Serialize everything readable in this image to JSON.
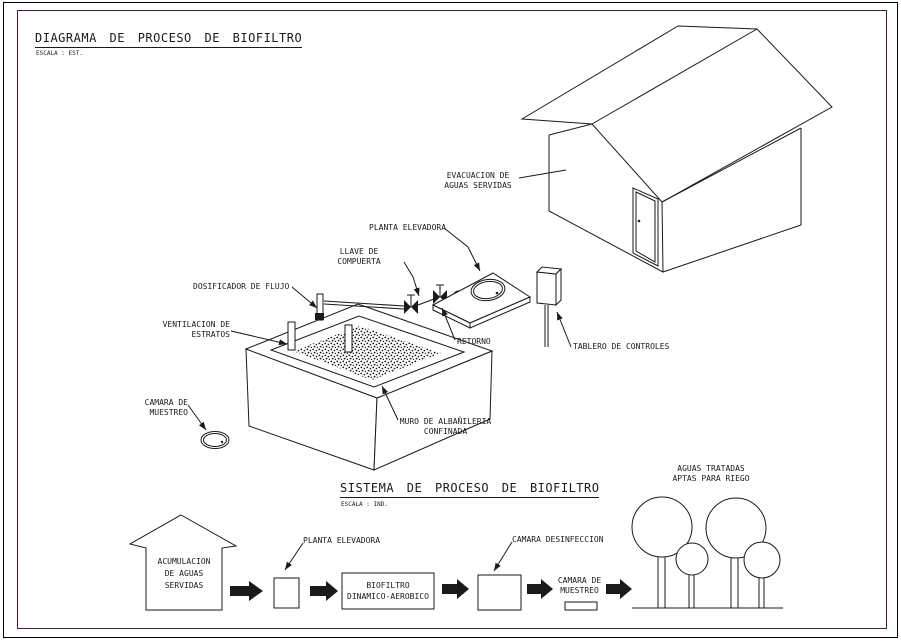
{
  "colors": {
    "line": "#1a1a1a",
    "frame_outer": "#000000",
    "frame_inner": "#4a1c3a",
    "background": "#ffffff"
  },
  "process_diagram": {
    "title": "DIAGRAMA DE PROCESO DE BIOFILTRO",
    "scale_note": "ESCALA : EST.",
    "labels": {
      "evacuacion": "EVACUACION DE\nAGUAS SERVIDAS",
      "planta_elevadora": "PLANTA ELEVADORA",
      "llave_compuerta": "LLAVE DE\nCOMPUERTA",
      "dosificador": "DOSIFICADOR DE FLUJO",
      "ventilacion": "VENTILACION DE\nESTRATOS",
      "retorno": "RETORNO",
      "tablero": "TABLERO DE CONTROLES",
      "camara_muestreo": "CAMARA DE\nMUESTREO",
      "muro": "MURO DE ALBAÑILERIA\nCONFINADA"
    }
  },
  "system_diagram": {
    "title": "SISTEMA DE PROCESO DE BIOFILTRO",
    "scale_note": "ESCALA : IND.",
    "steps": {
      "acumulacion": "ACUMULACION\nDE AGUAS\nSERVIDAS",
      "planta_elevadora": "PLANTA ELEVADORA",
      "biofiltro": "BIOFILTRO\nDINAMICO-AEROBICO",
      "camara_desinfeccion": "CAMARA DESINFECCION",
      "camara_muestreo": "CAMARA DE\nMUESTREO",
      "aguas_tratadas": "AGUAS TRATADAS\nAPTAS PARA RIEGO"
    }
  }
}
